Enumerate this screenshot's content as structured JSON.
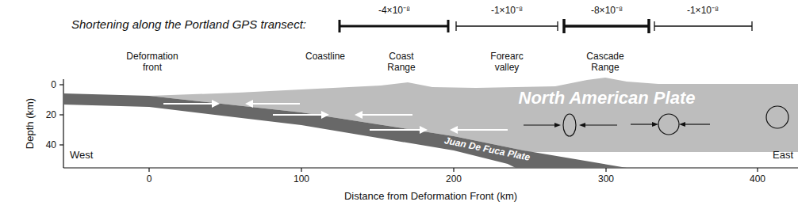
{
  "diagram": {
    "nodes": [
      {
        "text": [
          "North American Plate"
        ]
      },
      {
        "text": [
          "Juan De Fuca Plate"
        ]
      }
    ],
    "labels": [
      "Shortening along the Portland GPS transect:",
      "-4×10⁻⁸",
      "-1×10⁻⁸",
      "-8×10⁻⁸",
      "-1×10⁻⁸",
      "Deformation front",
      "Coastline",
      "Coast Range",
      "Forearc valley",
      "Cascade Range",
      "0",
      "20",
      "40",
      "Depth (km)",
      "West",
      "East",
      "0",
      "100",
      "200",
      "300",
      "400",
      "Distance from Deformation Front (km)"
    ]
  }
}
